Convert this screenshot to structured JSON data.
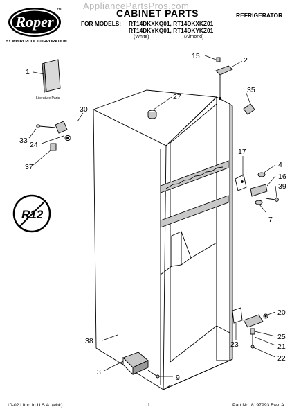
{
  "watermark": "AppliancePartsPros.com",
  "brand": {
    "logo_text": "Roper",
    "trademark": "TM",
    "subline": "BY WHIRLPOOL CORPORATION"
  },
  "header": {
    "title": "CABINET PARTS",
    "category": "REFRIGERATOR",
    "models_label": "FOR MODELS:",
    "models_line1": "RT14DKXKQ01, RT14DKXKZ01",
    "models_line2": "RT14DKYKQ01, RT14DKYKZ01",
    "color_white": "(White)",
    "color_almond": "(Almond)"
  },
  "diagram": {
    "literature_label_1": "Literature Parts",
    "r12_label": "R12",
    "callouts": {
      "c1": "1",
      "c2": "2",
      "c3": "3",
      "c4": "4",
      "c7": "7",
      "c9": "9",
      "c15": "15",
      "c16": "16",
      "c17": "17",
      "c20": "20",
      "c21": "21",
      "c22": "22",
      "c23": "23",
      "c24": "24",
      "c25": "25",
      "c27": "27",
      "c30": "30",
      "c33": "33",
      "c35": "35",
      "c37": "37",
      "c38": "38",
      "c39": "39"
    }
  },
  "footer": {
    "left": "10-02 Litho In U.S.A. (ebk)",
    "page": "1",
    "part_no": "Part No. 8197993 Rev. A"
  },
  "colors": {
    "line": "#000000",
    "shade": "#c8c8c8",
    "watermark": "#b8b8b8"
  }
}
